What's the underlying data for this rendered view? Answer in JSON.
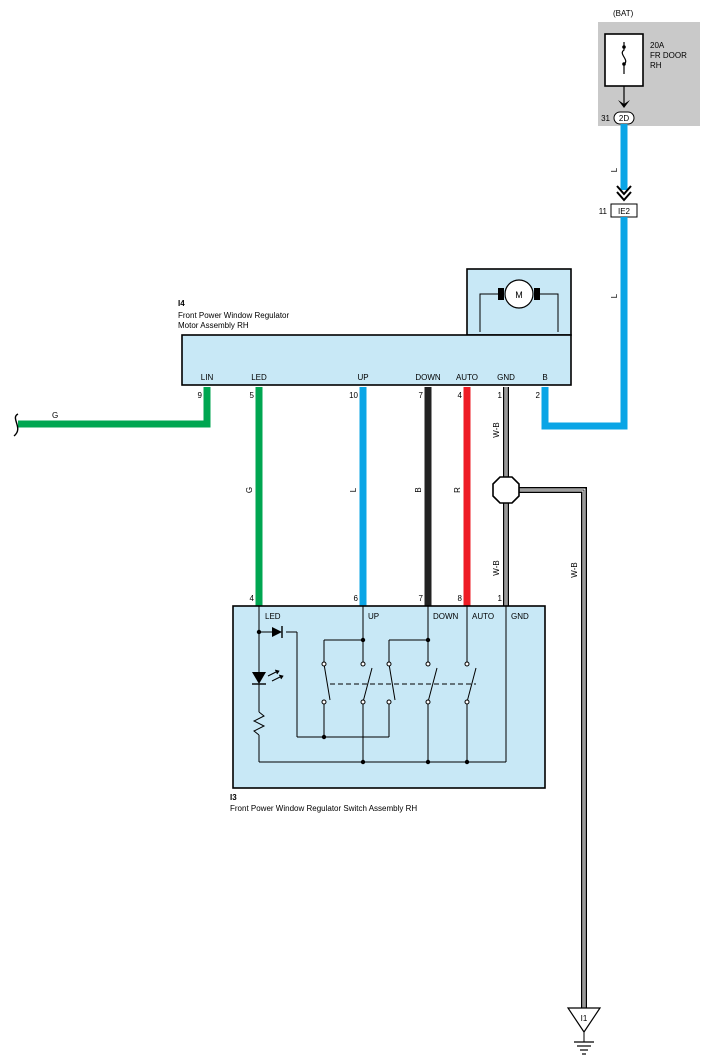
{
  "power_source": {
    "label": "(BAT)",
    "fuse_rating": "20A",
    "fuse_name_line1": "FR DOOR",
    "fuse_name_line2": "RH"
  },
  "connectors": {
    "c2d": {
      "pin": "31",
      "name": "2D"
    },
    "ie2": {
      "pin": "11",
      "name": "IE2"
    },
    "i1": {
      "name": "I1"
    }
  },
  "motor_assembly": {
    "id": "I4",
    "title_line1": "Front Power Window Regulator",
    "title_line2": "Motor Assembly RH",
    "motor_symbol": "M",
    "terminals": [
      {
        "label": "LIN",
        "pin": "9"
      },
      {
        "label": "LED",
        "pin": "5"
      },
      {
        "label": "UP",
        "pin": "10"
      },
      {
        "label": "DOWN",
        "pin": "7"
      },
      {
        "label": "AUTO",
        "pin": "4"
      },
      {
        "label": "GND",
        "pin": "1"
      },
      {
        "label": "B",
        "pin": "2"
      }
    ]
  },
  "switch_assembly": {
    "id": "I3",
    "title": "Front Power Window Regulator Switch Assembly RH",
    "terminals": [
      {
        "label": "LED",
        "pin": "4"
      },
      {
        "label": "UP",
        "pin": "6"
      },
      {
        "label": "DOWN",
        "pin": "7"
      },
      {
        "label": "AUTO",
        "pin": "8"
      },
      {
        "label": "GND",
        "pin": "1"
      }
    ]
  },
  "wires": {
    "supply_color": "L",
    "supply_color2": "L",
    "lin_color": "G",
    "led_color": "G",
    "up_color": "L",
    "down_color": "B",
    "auto_color": "R",
    "gnd_upper_color": "W-B",
    "gnd_lower_color": "W-B",
    "gnd_right_color": "W-B"
  },
  "colors": {
    "wire_blue": "#0aa5e6",
    "wire_green": "#00a651",
    "wire_black": "#222222",
    "wire_red": "#ee1c25",
    "component_fill": "#c8e8f6",
    "fuse_box_fill": "#c9c9c9"
  }
}
